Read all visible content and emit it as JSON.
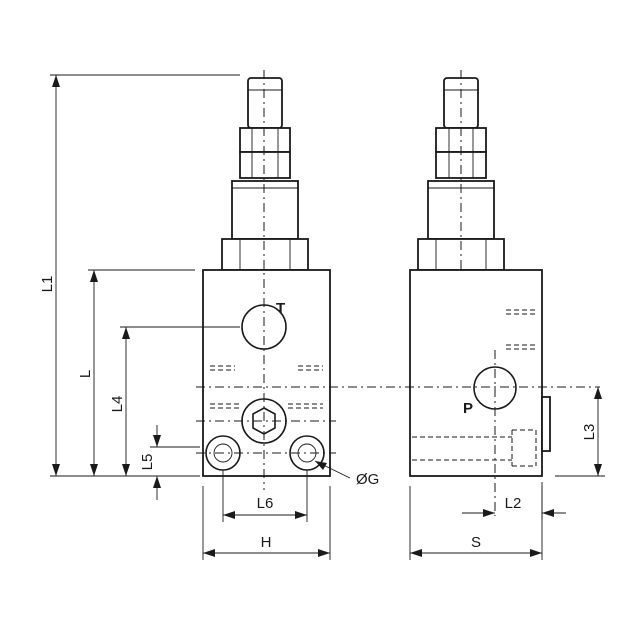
{
  "labels": {
    "L1": "L1",
    "L": "L",
    "L4": "L4",
    "L5": "L5",
    "L6": "L6",
    "H": "H",
    "G": "ØG",
    "T": "T",
    "P": "P",
    "S": "S",
    "L2": "L2",
    "L3": "L3"
  }
}
